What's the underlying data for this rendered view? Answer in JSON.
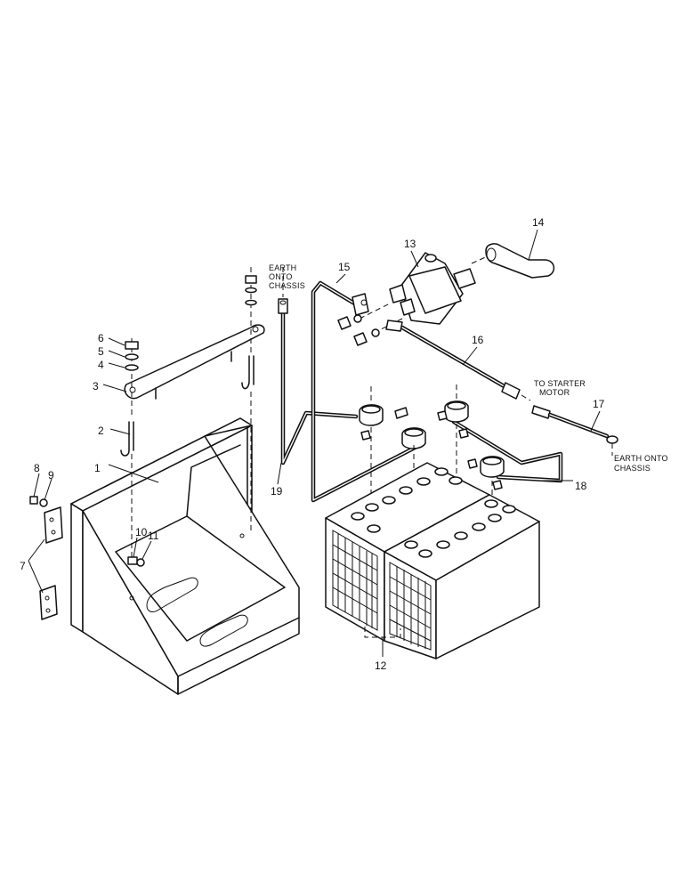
{
  "diagram": {
    "callouts": [
      "1",
      "2",
      "3",
      "4",
      "5",
      "6",
      "7",
      "8",
      "9",
      "10",
      "11",
      "12",
      "13",
      "14",
      "15",
      "16",
      "17",
      "18",
      "19"
    ],
    "notes": {
      "earth_top": [
        "EARTH",
        "ONTO",
        "CHASSIS"
      ],
      "to_starter": [
        "TO STARTER",
        "MOTOR"
      ],
      "earth_right": [
        "EARTH ONTO",
        "CHASSIS"
      ]
    }
  }
}
